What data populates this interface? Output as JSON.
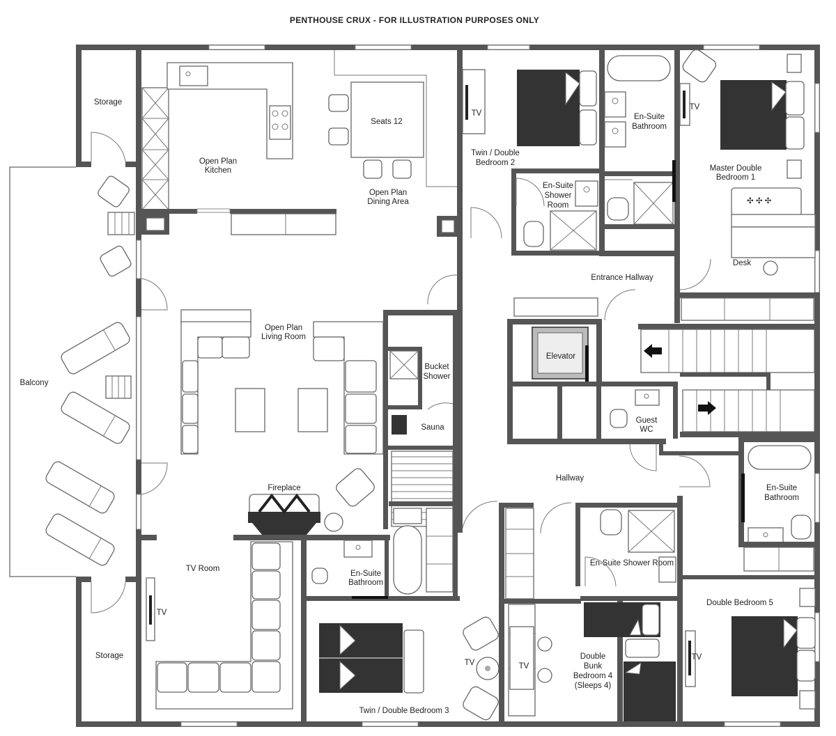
{
  "title": "PENTHOUSE CRUX - FOR ILLUSTRATION PURPOSES ONLY",
  "rooms": {
    "storage_top": "Storage",
    "storage_bottom": "Storage",
    "balcony": "Balcony",
    "kitchen": [
      "Open Plan",
      "Kitchen"
    ],
    "seats": "Seats 12",
    "dining": [
      "Open Plan",
      "Dining Area"
    ],
    "living": [
      "Open Plan",
      "Living Room"
    ],
    "bucket_shower": [
      "Bucket",
      "Shower"
    ],
    "sauna": "Sauna",
    "fireplace": "Fireplace",
    "tv_room": "TV Room",
    "bed2": [
      "Twin / Double",
      "Bedroom 2"
    ],
    "ensuite_shower_top": [
      "En-Suite",
      "Shower",
      "Room"
    ],
    "ensuite_bath_top": [
      "En-Suite",
      "Bathroom"
    ],
    "master": [
      "Master Double",
      "Bedroom 1"
    ],
    "desk": "Desk",
    "entrance": "Entrance Hallway",
    "elevator": "Elevator",
    "guest_wc": [
      "Guest",
      "WC"
    ],
    "hallway": "Hallway",
    "ensuite_bath_right": [
      "En-Suite",
      "Bathroom"
    ],
    "ensuite_bath_bottom": [
      "En-Suite",
      "Bathroom"
    ],
    "ensuite_shower_bottom": "En-Suite Shower Room",
    "bed5": "Double Bedroom 5",
    "bed4": [
      "Double",
      "Bunk",
      "Bedroom 4",
      "(Sleeps 4)"
    ],
    "bed3": "Twin / Double Bedroom 3"
  },
  "tv": "TV",
  "colors": {
    "wall": "#555555",
    "dark_furniture": "#333333",
    "background": "#ffffff"
  }
}
